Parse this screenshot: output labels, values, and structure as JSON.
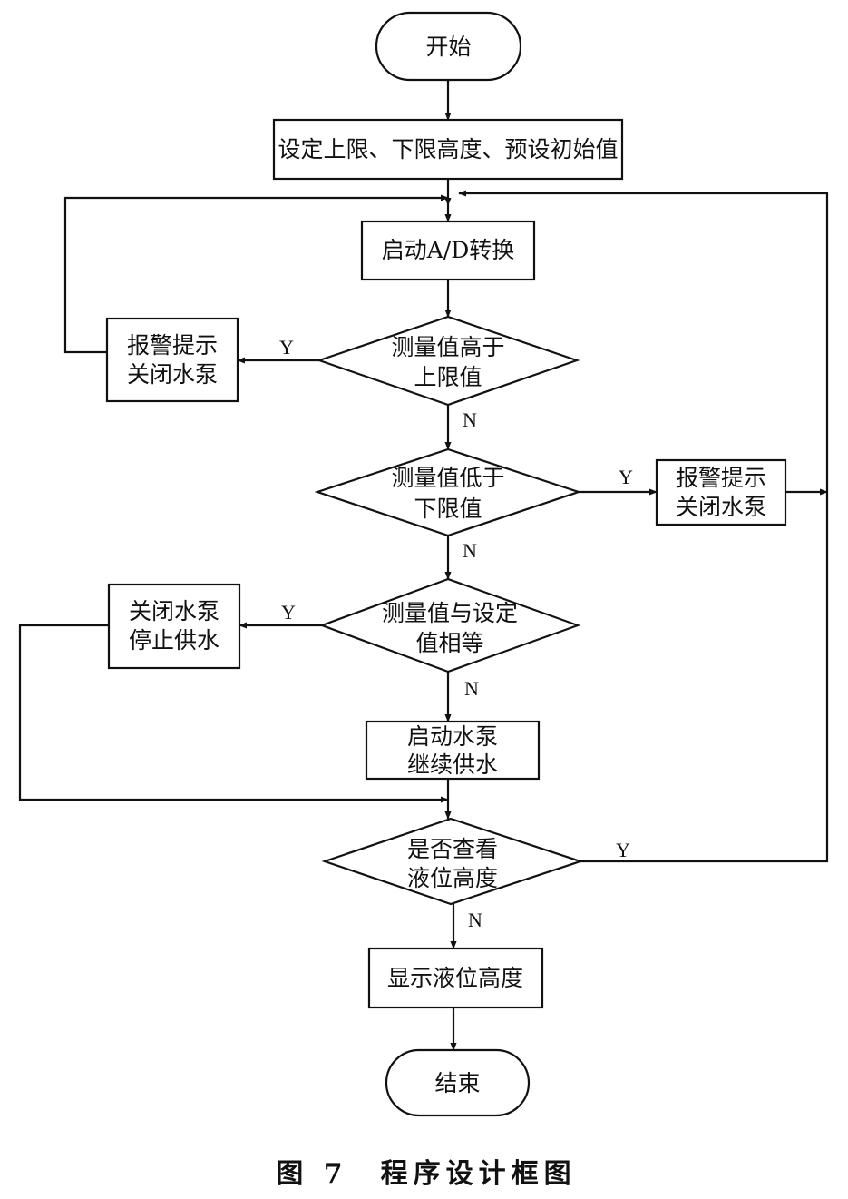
{
  "nodes": {
    "start": {
      "text": [
        "开始"
      ]
    },
    "set_limits": {
      "text": [
        "设定上限、下限高度、预设初始值"
      ]
    },
    "start_ad": {
      "text": [
        "启动A/D转换"
      ]
    },
    "check_upper": {
      "text": [
        "测量值高于",
        "上限值"
      ]
    },
    "alarm_upper": {
      "text": [
        "报警提示",
        "关闭水泵"
      ]
    },
    "check_lower": {
      "text": [
        "测量值低于",
        "下限值"
      ]
    },
    "alarm_lower": {
      "text": [
        "报警提示",
        "关闭水泵"
      ]
    },
    "check_equal": {
      "text": [
        "测量值与设定",
        "值相等"
      ]
    },
    "stop_pump": {
      "text": [
        "关闭水泵",
        "停止供水"
      ]
    },
    "start_pump": {
      "text": [
        "启动水泵",
        "继续供水"
      ]
    },
    "check_view": {
      "text": [
        "是否查看",
        "液位高度"
      ]
    },
    "show_level": {
      "text": [
        "显示液位高度"
      ]
    },
    "end": {
      "text": [
        "结束"
      ]
    }
  },
  "edge_labels": {
    "upper_yes": "Y",
    "upper_no": "N",
    "lower_yes": "Y",
    "lower_no": "N",
    "equal_yes": "Y",
    "equal_no": "N",
    "view_yes": "Y",
    "view_no": "N"
  },
  "caption": "图 7　程序设计框图"
}
